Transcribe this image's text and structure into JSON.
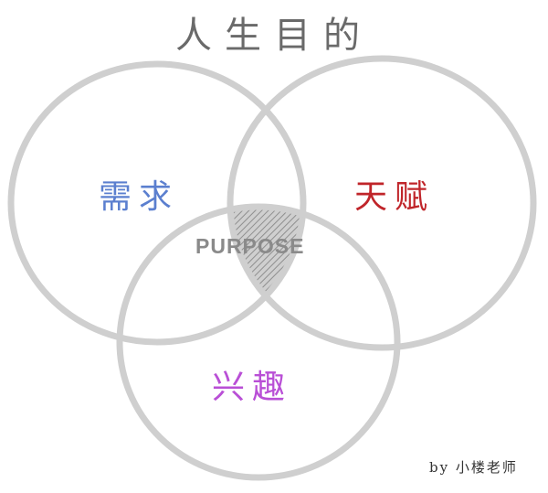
{
  "title": "人生目的",
  "circles": {
    "need": {
      "label": "需求",
      "color": "#5b7fcf"
    },
    "talent": {
      "label": "天赋",
      "color": "#c0252a"
    },
    "interest": {
      "label": "兴趣",
      "color": "#b94fd6"
    }
  },
  "center_label": "PURPOSE",
  "credit": "by 小楼老师",
  "colors": {
    "circle_stroke": "#cfcfcf",
    "center_fill": "#b8b8b8",
    "title": "#6a6a6a"
  }
}
